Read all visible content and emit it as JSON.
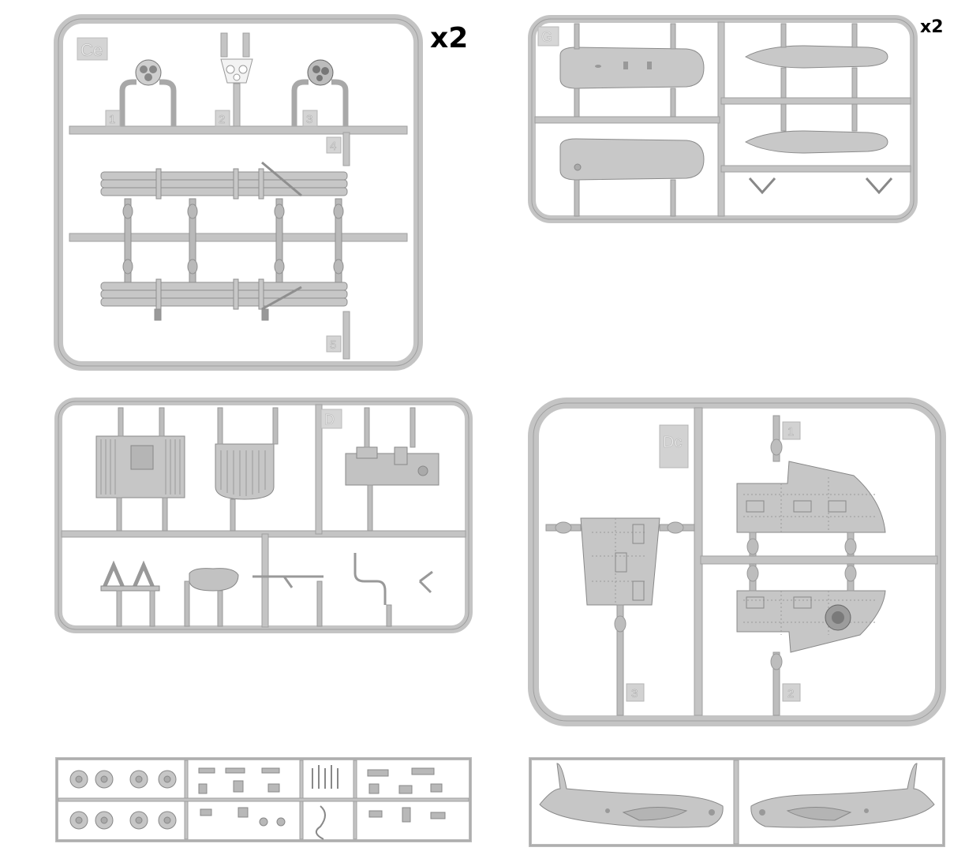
{
  "sprues": {
    "c": {
      "letter": "Ce",
      "quantity": "x2",
      "part_numbers": [
        "1",
        "2",
        "3",
        "4",
        "5"
      ]
    },
    "g": {
      "letter": "G",
      "quantity": "x2"
    },
    "d_lower": {
      "letter": "D"
    },
    "d_upper": {
      "letter": "Dc",
      "part_numbers": [
        "1",
        "2",
        "3"
      ]
    },
    "small_parts": {},
    "fuselage": {}
  },
  "colors": {
    "plastic": "#bdbdbd",
    "frame_fill": "#c4c4c4",
    "frame_edge": "#9a9a9a",
    "detail": "#8c8c8c",
    "label": "#000000"
  }
}
